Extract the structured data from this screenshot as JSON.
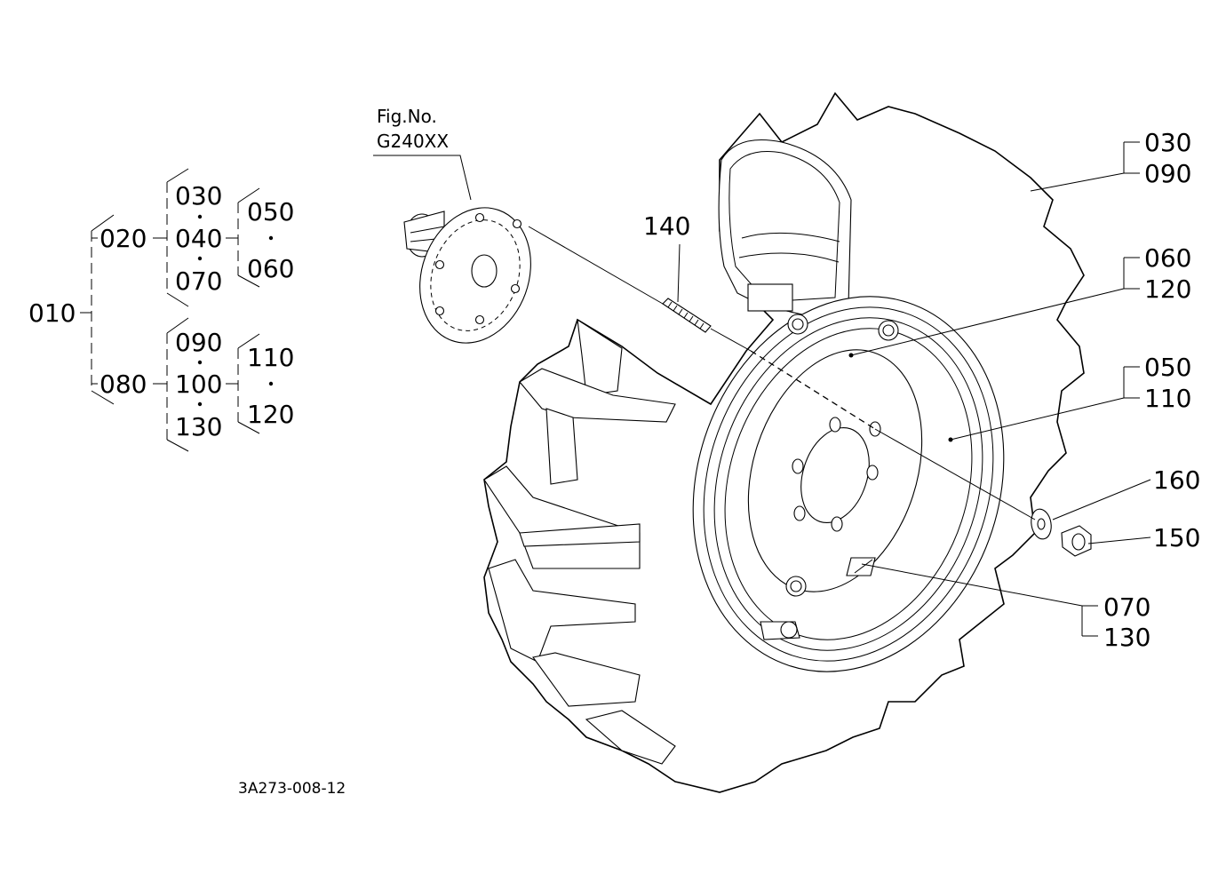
{
  "tree": {
    "root": "010",
    "level1": [
      "020",
      "080"
    ],
    "group_020": [
      "030",
      "040",
      "070"
    ],
    "group_020_sub": [
      "050",
      "060"
    ],
    "group_080": [
      "090",
      "100",
      "130"
    ],
    "group_080_sub": [
      "110",
      "120"
    ]
  },
  "fig_ref": {
    "line1": "Fig.No.",
    "line2": "G240XX"
  },
  "callouts": {
    "c140": "140",
    "c030": "030",
    "c090": "090",
    "c060": "060",
    "c120": "120",
    "c050": "050",
    "c110": "110",
    "c160": "160",
    "c150": "150",
    "c070": "070",
    "c130": "130"
  },
  "drawing_number": "3A273-008-12"
}
